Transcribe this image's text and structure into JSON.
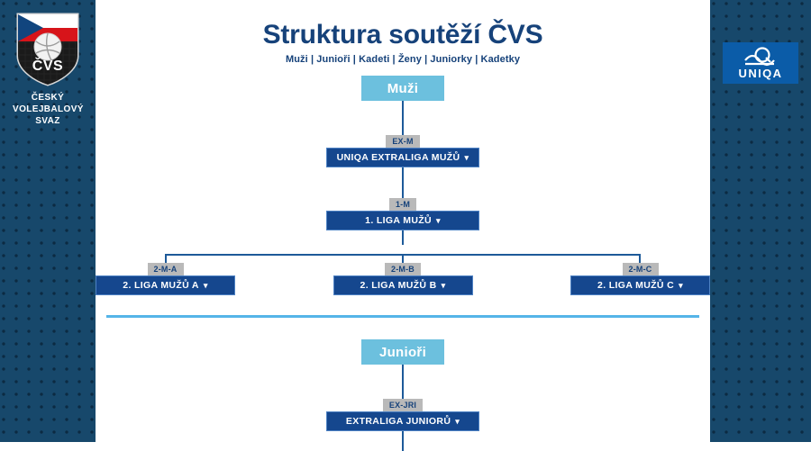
{
  "branding": {
    "left_logo": {
      "icon": "cvs-shield-icon",
      "crest_text": "ČVS",
      "caption_line1": "ČESKÝ",
      "caption_line2": "VOLEJBALOVÝ",
      "caption_line3": "SVAZ"
    },
    "right_logo": {
      "icon": "uniqa-q-wave-icon",
      "wordmark": "UNIQA"
    }
  },
  "header": {
    "title": "Struktura soutěží ČVS",
    "subtitle": "Muži | Junioři | Kadeti | Ženy | Juniorky | Kadetky"
  },
  "colors": {
    "panel_blue": "#17486b",
    "brand_navy": "#16427a",
    "node_blue": "#15478e",
    "node_border": "#4e82c4",
    "accent_light_blue": "#6cc0de",
    "divider_blue": "#55b4e8",
    "badge_gray": "#b9b9b9",
    "uniqa_blue": "#0b5ca8"
  },
  "sections": [
    {
      "id": "muzi",
      "heading": "Muži",
      "levels": [
        {
          "id": "ex-m",
          "badge": "EX-M",
          "label": "UNIQA EXTRALIGA MUŽŮ",
          "caret": "▾"
        },
        {
          "id": "1-m",
          "badge": "1-M",
          "label": "1. LIGA MUŽŮ",
          "caret": "▾"
        }
      ],
      "leaves": [
        {
          "id": "2-m-a",
          "badge": "2-M-A",
          "label": "2. LIGA MUŽŮ A",
          "caret": "▾"
        },
        {
          "id": "2-m-b",
          "badge": "2-M-B",
          "label": "2. LIGA MUŽŮ B",
          "caret": "▾"
        },
        {
          "id": "2-m-c",
          "badge": "2-M-C",
          "label": "2. LIGA MUŽŮ C",
          "caret": "▾"
        }
      ]
    },
    {
      "id": "juniori",
      "heading": "Junioři",
      "levels": [
        {
          "id": "ex-jri",
          "badge": "EX-JRI",
          "label": "EXTRALIGA JUNIORŮ",
          "caret": "▾"
        }
      ],
      "leaves": []
    }
  ]
}
